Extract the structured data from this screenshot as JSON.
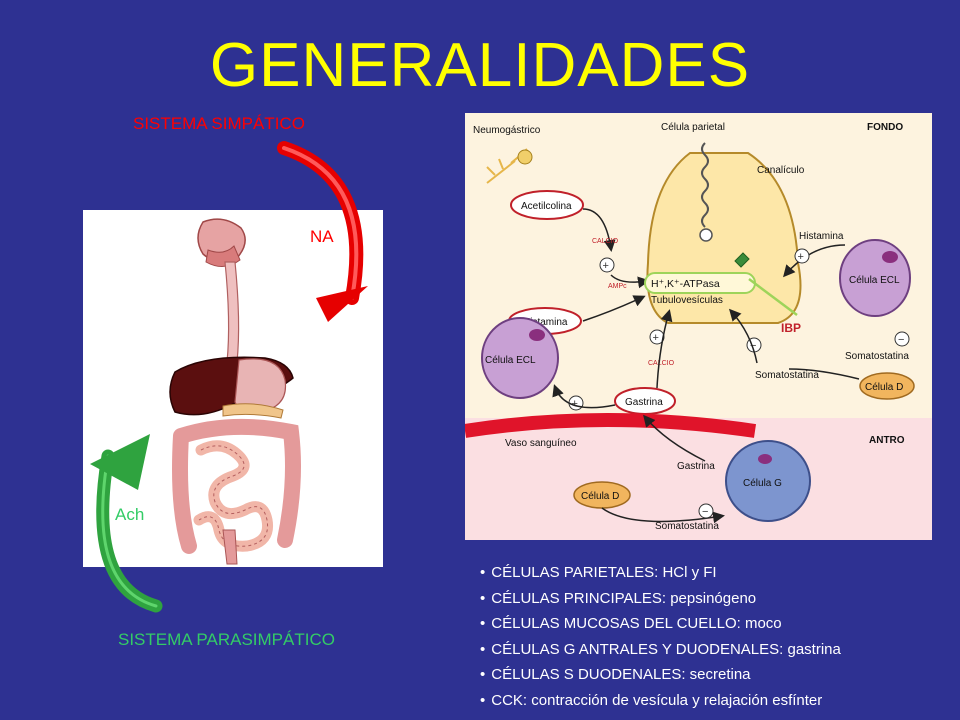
{
  "title": "GENERALIDADES",
  "left": {
    "sympathetic_label": "SISTEMA SIMPÁTICO",
    "na_label": "NA",
    "ach_label": "Ach",
    "parasympathetic_label": "SISTEMA PARASIMPÁTICO"
  },
  "diagram": {
    "fondo": "FONDO",
    "antro": "ANTRO",
    "neumogastrico": "Neumogástrico",
    "celula_parietal": "Célula parietal",
    "canaliculo": "Canalículo",
    "acetilcolina": "Acetilcolina",
    "calcio_top": "CALCIO",
    "histamina_right": "Histamina",
    "celula_ecl_right": "Célula ECL",
    "ampc": "AMPc",
    "atpasa": "H⁺,K⁺-ATPasa",
    "tubulovesiculas": "Tubulovesículas",
    "ibp": "IBP",
    "histamina_left": "Histamina",
    "celula_ecl_left": "Célula ECL",
    "calcio_mid": "CALCIO",
    "somatostatina_right": "Somatostatina",
    "somatostatina_mid": "Somatostatina",
    "celula_d_right": "Célula D",
    "gastrina_circle": "Gastrina",
    "vaso": "Vaso sanguíneo",
    "gastrina_antro": "Gastrina",
    "celula_g": "Célula G",
    "celula_d_antro": "Célula D",
    "somatostatina_antro": "Somatostatina",
    "plus": "+",
    "minus": "−"
  },
  "bullets": [
    "CÉLULAS PARIETALES: HCl y FI",
    "CÉLULAS PRINCIPALES: pepsinógeno",
    "CÉLULAS MUCOSAS DEL CUELLO: moco",
    "CÉLULAS G ANTRALES Y DUODENALES: gastrina",
    "CÉLULAS S DUODENALES: secretina",
    "CCK: contracción de vesícula y relajación esfínter"
  ],
  "colors": {
    "background": "#2e3192",
    "title": "#ffff00",
    "sympathetic": "#ff0000",
    "parasympathetic": "#33cc66"
  }
}
